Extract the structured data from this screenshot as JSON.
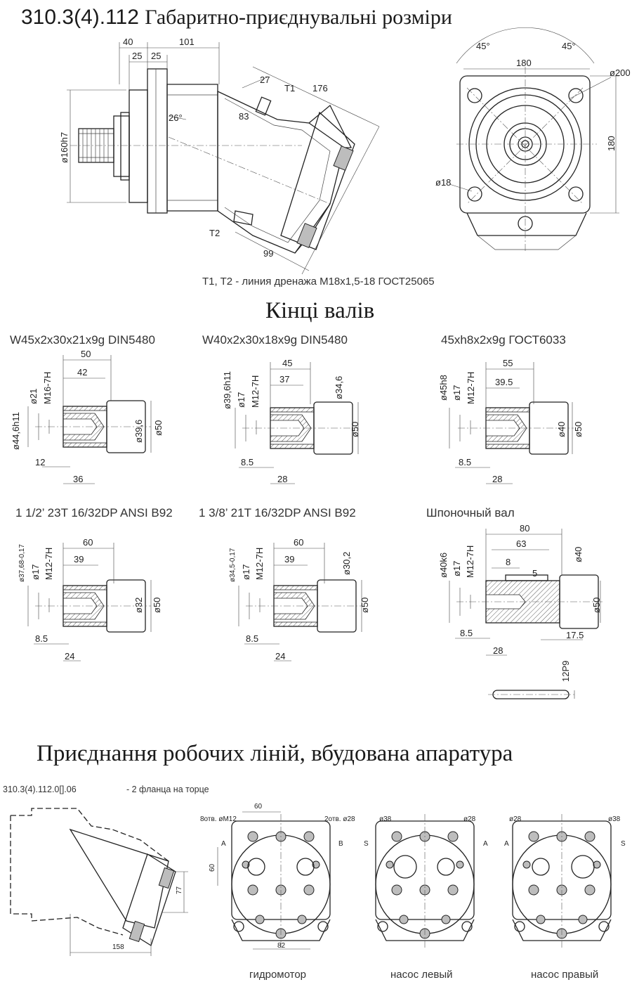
{
  "header": {
    "code": "310.3(4).112",
    "title": "Габаритно-приєднувальні розміри"
  },
  "main_view": {
    "dims": [
      "40",
      "25",
      "25",
      "101",
      "27",
      "176",
      "83",
      "26°",
      "99",
      "ø160h7"
    ],
    "ports": [
      "T1",
      "T2"
    ],
    "note": "T1, T2 - линия дренажа  M18x1,5-18 ГОСТ25065"
  },
  "flange_view": {
    "dims": [
      "45°",
      "45°",
      "180",
      "ø200",
      "180",
      "ø18"
    ]
  },
  "shaft_section": {
    "title": "Кінці валів",
    "shafts": [
      {
        "label": "W45x2x30x21x9g DIN5480",
        "dims": [
          "50",
          "42",
          "ø44,6h11",
          "ø21",
          "M16-7H",
          "ø39,6",
          "ø50",
          "12",
          "36"
        ]
      },
      {
        "label": "W40x2x30x18x9g DIN5480",
        "dims": [
          "45",
          "37",
          "ø39,6h11",
          "ø17",
          "M12-7H",
          "ø34,6",
          "ø50",
          "8.5",
          "28"
        ]
      },
      {
        "label": "45xh8x2x9g ГОСТ6033",
        "dims": [
          "55",
          "39.5",
          "ø45h8",
          "ø17",
          "M12-7H",
          "ø40",
          "ø50",
          "8.5",
          "28"
        ]
      },
      {
        "label": "1 1/2’ 23T 16/32DP ANSI B92",
        "dims": [
          "60",
          "39",
          "ø37,68-0,17",
          "ø17",
          "M12-7H",
          "ø32",
          "ø50",
          "8.5",
          "24"
        ]
      },
      {
        "label": "1 3/8’ 21T 16/32DP ANSI B92",
        "dims": [
          "60",
          "39",
          "ø34,5-0,17",
          "ø17",
          "M12-7H",
          "ø30,2",
          "ø50",
          "8.5",
          "24"
        ]
      },
      {
        "label": "Шпоночный вал",
        "dims": [
          "80",
          "63",
          "8",
          "5",
          "ø40k6",
          "ø17",
          "M12-7H",
          "ø40",
          "ø50",
          "8.5",
          "28",
          "17.5",
          "12P9"
        ]
      }
    ]
  },
  "connection_section": {
    "title": "Приєднання робочих ліній, вбудована апаратура",
    "variant_code": "310.3(4).112.0[].06",
    "variant_note": "- 2 фланца на торце",
    "side_dims": [
      "77",
      "158"
    ],
    "views": [
      {
        "caption": "гидромотор",
        "dims": [
          "60",
          "8отв. øM12",
          "2отв. ø28",
          "A",
          "B",
          "60",
          "82"
        ]
      },
      {
        "caption": "насос левый",
        "dims": [
          "ø38",
          "ø28",
          "S",
          "A"
        ]
      },
      {
        "caption": "насос правый",
        "dims": [
          "ø28",
          "ø38",
          "A",
          "S"
        ]
      }
    ]
  }
}
